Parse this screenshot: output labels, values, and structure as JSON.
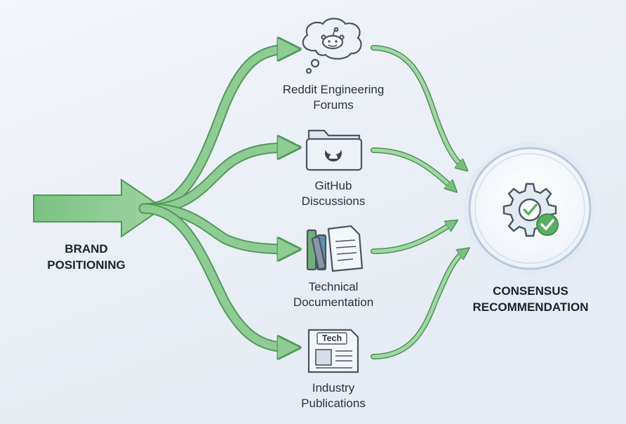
{
  "source": {
    "line1": "BRAND",
    "line2": "POSITIONING"
  },
  "channels": [
    {
      "line1": "Reddit Engineering",
      "line2": "Forums",
      "icon": "reddit-thought-bubble-icon"
    },
    {
      "line1": "GitHub",
      "line2": "Discussions",
      "icon": "github-folder-icon"
    },
    {
      "line1": "Technical",
      "line2": "Documentation",
      "icon": "books-document-icon"
    },
    {
      "line1": "Industry",
      "line2": "Publications",
      "icon": "tech-newspaper-icon"
    }
  ],
  "publication_badge": "Tech",
  "target": {
    "line1": "CONSENSUS",
    "line2": "RECOMMENDATION",
    "icon": "gear-checkmark-icon"
  },
  "colors": {
    "arrow_fill": "#88c98e",
    "arrow_stroke": "#4f9a5a",
    "icon_stroke": "#4a5563",
    "icon_fill": "#e8edf4",
    "check_green": "#5aae62"
  }
}
